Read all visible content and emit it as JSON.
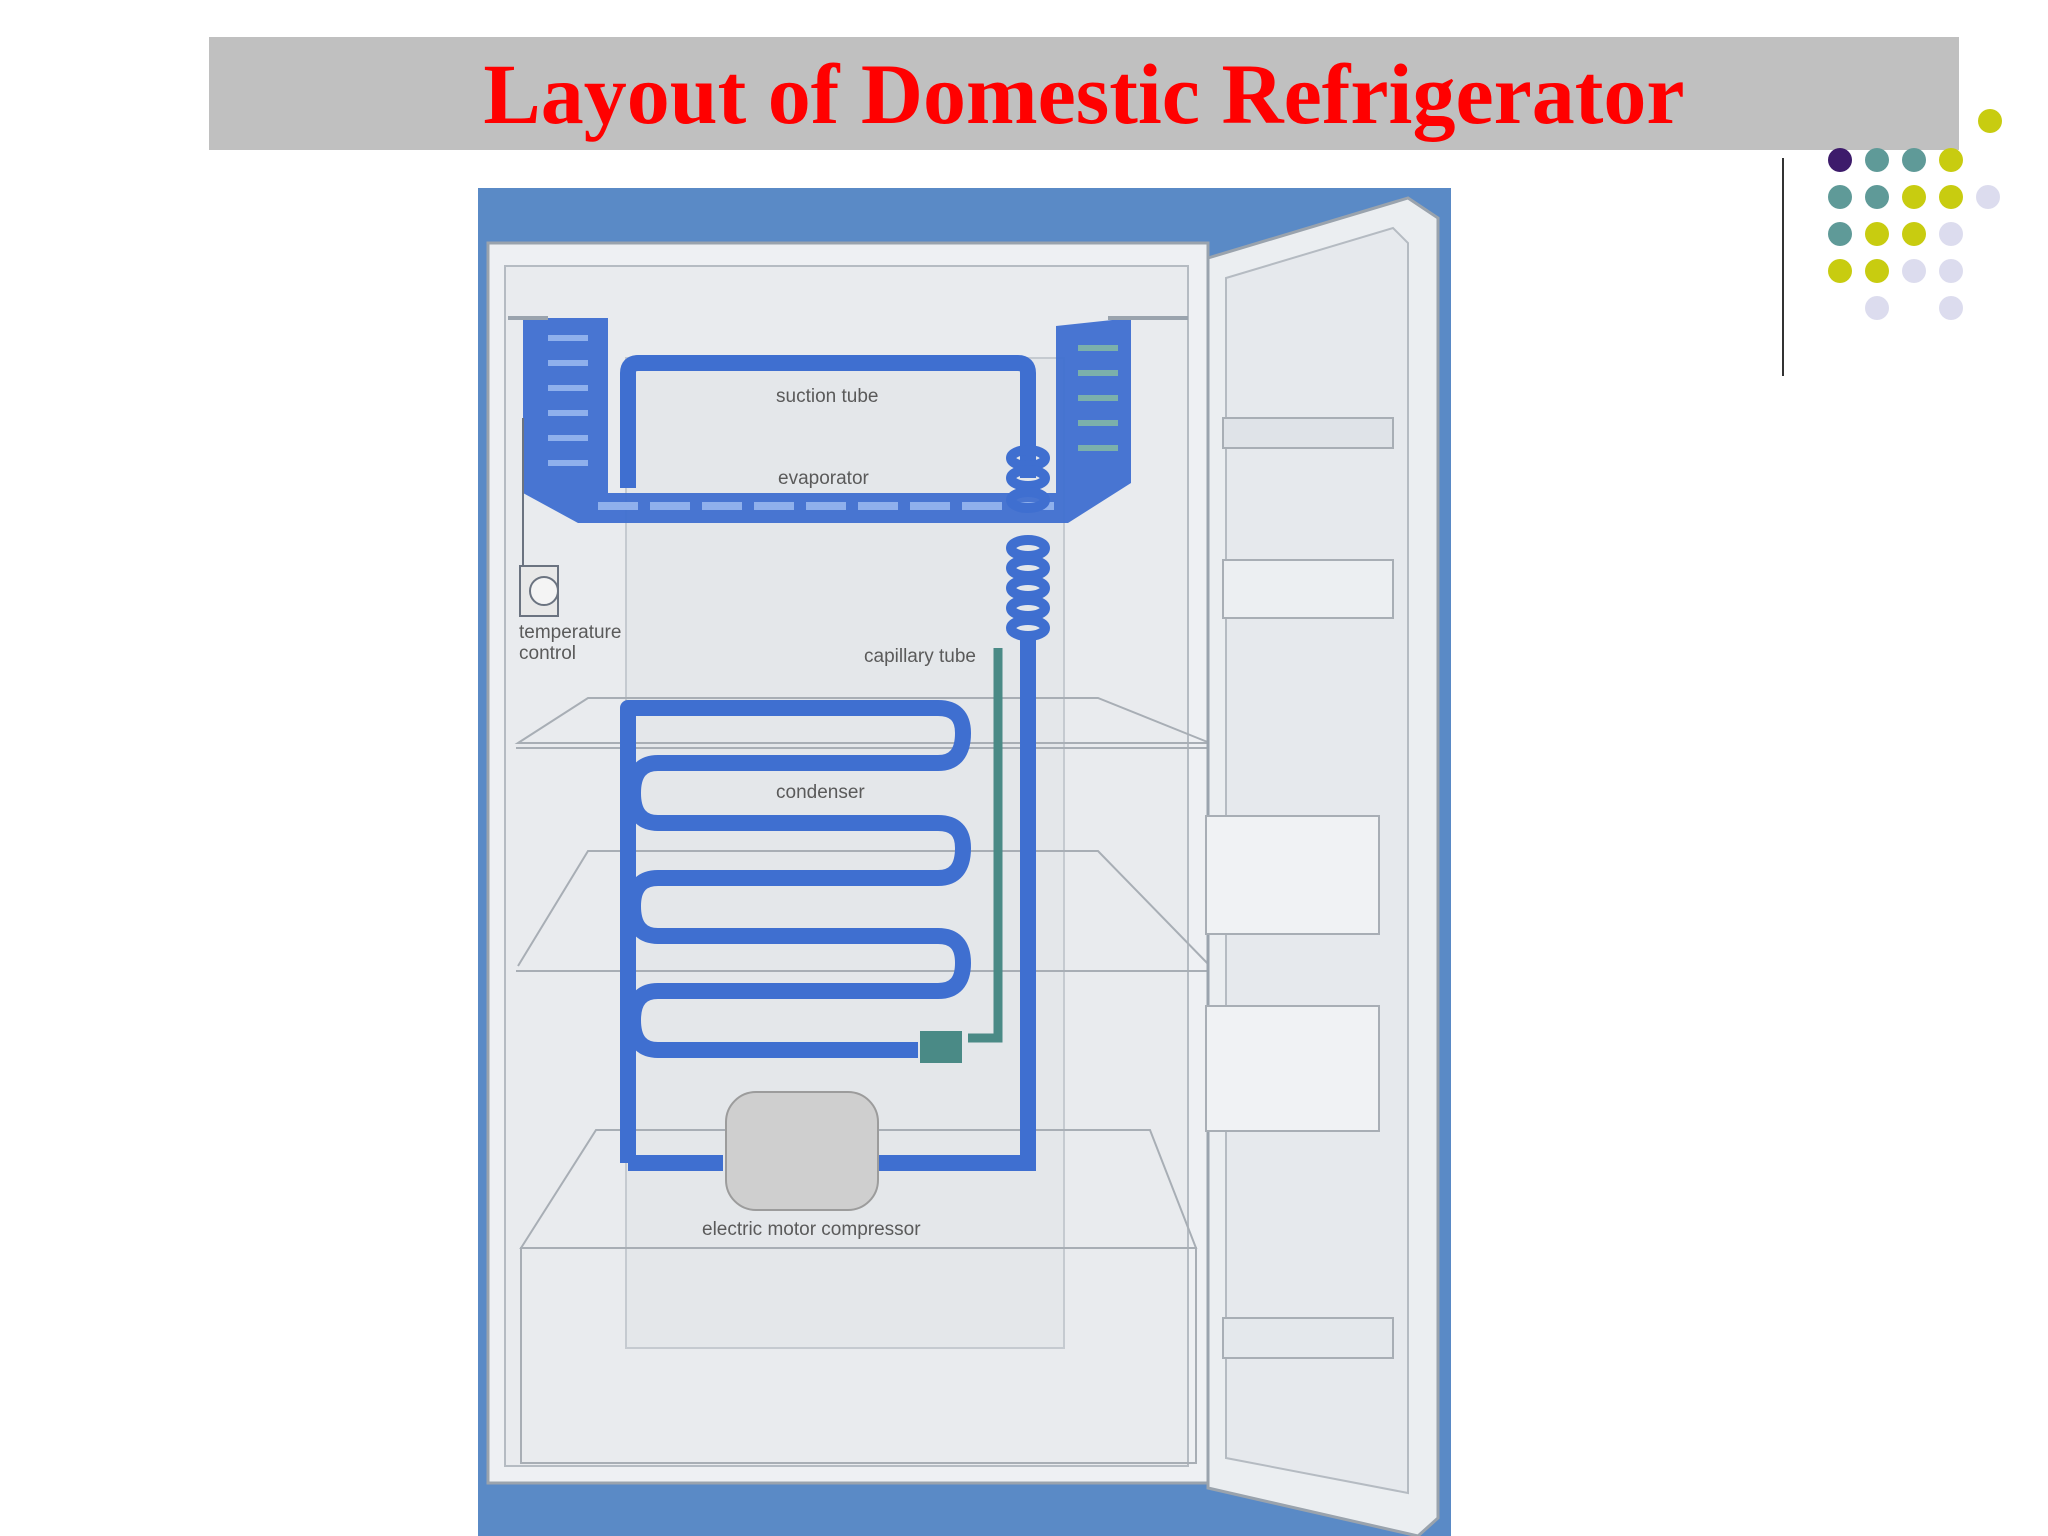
{
  "slide": {
    "title": "Layout of Domestic Refrigerator"
  },
  "colors": {
    "title_text": "#ff0000",
    "title_bar": "#c0c0c0",
    "backdrop_blue": "#5a8ac6",
    "refrigerant_blue": "#3f6fd0",
    "refrigerant_teal": "#4a8a86",
    "dot_purple": "#3d1b6b",
    "dot_teal": "#5f9a98",
    "dot_olive": "#c8cc10",
    "dot_lavender": "#dcdcee"
  },
  "diagram": {
    "labels": {
      "suction_tube": "suction tube",
      "evaporator": "evaporator",
      "temperature": "temperature",
      "control": "control",
      "capillary_tube": "capillary tube",
      "condenser": "condenser",
      "compressor": "electric motor compressor"
    }
  }
}
